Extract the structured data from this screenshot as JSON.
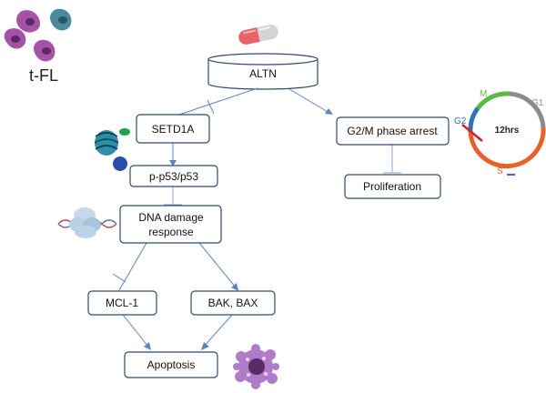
{
  "colors": {
    "box_stroke": "#2e4a6e",
    "arrow": "#5b86c4",
    "inhibit": "#8da6c8",
    "cell_purple": "#a653a6",
    "cell_teal": "#4b8a9c",
    "cell_nucleus": "#5c2a66",
    "cycle_green": "#5db845",
    "cycle_gray": "#8c8c8c",
    "cycle_orange": "#e8612b",
    "cycle_blue": "#2e74b5",
    "cycle_red": "#d42020",
    "s_purple": "#9a44c4"
  },
  "legend": {
    "tfl": "t-FL"
  },
  "drug": {
    "label": "ALTN",
    "icon": "pill-capsule-icon"
  },
  "nodes": {
    "setd1a": "SETD1A",
    "p53": "p-p53/p53",
    "dna_line1": "DNA damage",
    "dna_line2": "response",
    "mcl1": "MCL-1",
    "bakbax": "BAK, BAX",
    "apoptosis": "Apoptosis",
    "g2m": "G2/M phase arrest",
    "proliferation": "Proliferation"
  },
  "cell_cycle": {
    "center": "12hrs",
    "phases": {
      "m": "M",
      "g1": "G1",
      "g2": "G2",
      "s": "S"
    }
  },
  "icons": {
    "nucleosome": "nucleosome-icon",
    "dna_damage": "dna-damage-icon",
    "apoptotic_cell": "apoptotic-cell-icon"
  }
}
